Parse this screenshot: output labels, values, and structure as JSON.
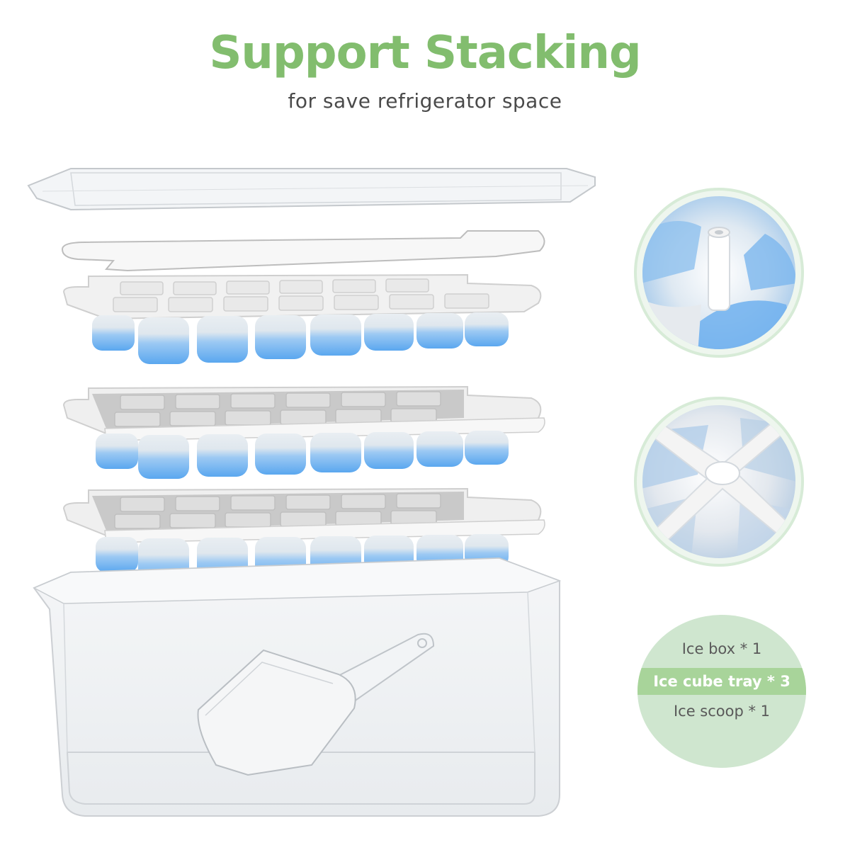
{
  "header": {
    "title": "Support Stacking",
    "subtitle": "for save refrigerator space"
  },
  "contents": {
    "items": [
      "Ice box * 1",
      "Ice cube tray * 3",
      "Ice scoop * 1"
    ]
  },
  "colors": {
    "title_green": "#82bd6e",
    "highlight_green": "#a8d49a",
    "badge_green": "#cfe6cf",
    "tray_blue": "#7fb8f0",
    "lid_grey": "#c9c9c9"
  }
}
